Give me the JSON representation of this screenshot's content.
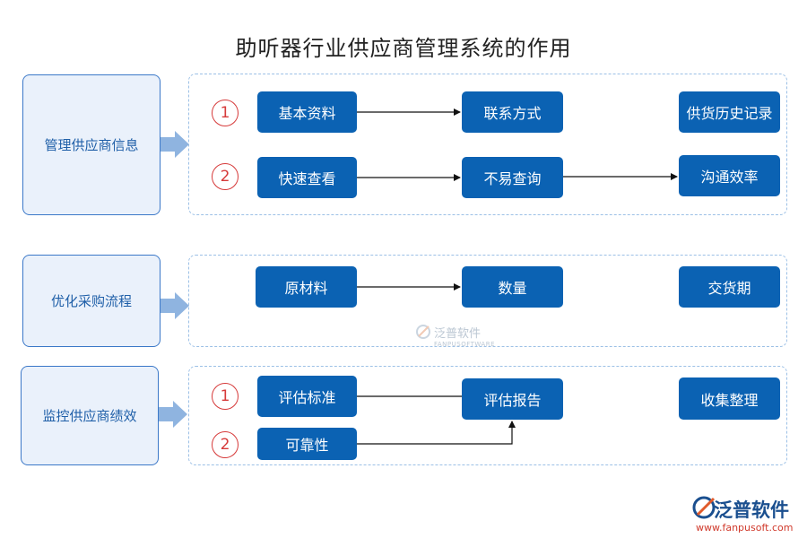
{
  "title": "助听器行业供应商管理系统的作用",
  "sections": [
    {
      "label": "管理供应商信息",
      "rows": [
        {
          "number": "1",
          "nodes": [
            "基本资料",
            "联系方式",
            "供货历史记录"
          ]
        },
        {
          "number": "2",
          "nodes": [
            "快速查看",
            "不易查询",
            "沟通效率"
          ]
        }
      ]
    },
    {
      "label": "优化采购流程",
      "rows": [
        {
          "number": "",
          "nodes": [
            "原材料",
            "数量",
            "交货期"
          ]
        }
      ]
    },
    {
      "label": "监控供应商绩效",
      "rows": [
        {
          "number": "1",
          "nodes": [
            "评估标准",
            "评估报告",
            "收集整理"
          ]
        },
        {
          "number": "2",
          "nodes": [
            "可靠性"
          ]
        }
      ]
    }
  ],
  "watermark": {
    "name": "泛普软件",
    "sub": "FANPUSOFTWARE"
  },
  "brand": {
    "name": "泛普软件",
    "url": "www.fanpusoft.com"
  },
  "colors": {
    "node": "#0b62b3",
    "left_box_border": "#3b78c8",
    "left_box_fill": "#eaf1fb",
    "dash": "#9cc0e6",
    "number": "#d63a3a",
    "arrow_fill": "#8fb4e0"
  }
}
